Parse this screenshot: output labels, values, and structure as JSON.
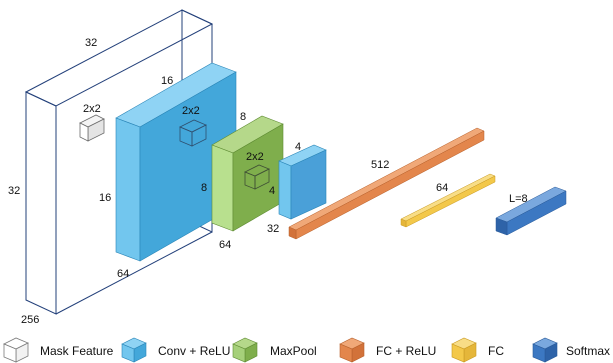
{
  "colors": {
    "mask": "#ffffff",
    "mask_stroke": "#23407a",
    "conv": "#4db8e8",
    "maxpool": "#8bbd55",
    "fc_relu": "#e3864c",
    "fc": "#f3c84a",
    "softmax": "#3c78c2"
  },
  "blocks": {
    "input": {
      "depth": "32",
      "height": "32",
      "width": "256"
    },
    "conv1": {
      "depth": "16",
      "height": "16",
      "width": "64"
    },
    "pool1": {
      "depth": "8",
      "height": "8",
      "width": "64"
    },
    "conv2": {
      "depth": "4",
      "height": "4",
      "width": "32"
    },
    "fc1": {
      "units": "512"
    },
    "fc2": {
      "units": "64"
    },
    "softmax": {
      "label": "L=8"
    }
  },
  "kernels": {
    "mask": "2x2",
    "conv": "2x2",
    "pool": "2x2"
  },
  "legend": {
    "mask": "Mask Feature",
    "conv": "Conv + ReLU",
    "maxpool": "MaxPool",
    "fc_relu": "FC + ReLU",
    "fc": "FC",
    "softmax": "Softmax"
  }
}
